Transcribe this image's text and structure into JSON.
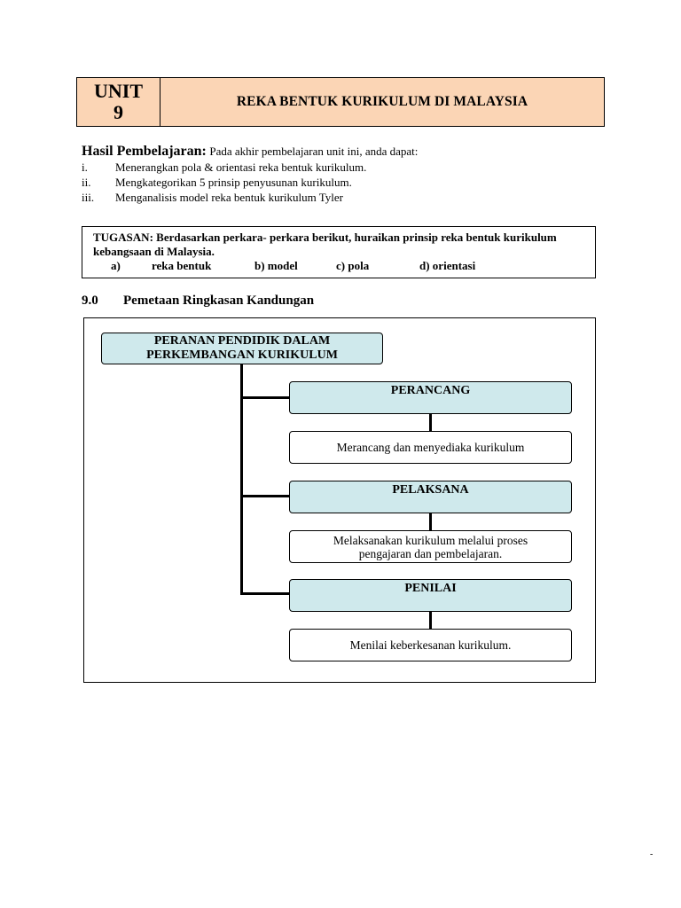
{
  "unit": {
    "label": "UNIT",
    "number": "9",
    "title": "REKA BENTUK KURIKULUM DI MALAYSIA"
  },
  "outcomes": {
    "heading": "Hasil Pembelajaran:",
    "intro": "Pada akhir pembelajaran unit ini, anda dapat:",
    "items": [
      {
        "num": "i.",
        "text": "Menerangkan pola & orientasi reka bentuk kurikulum."
      },
      {
        "num": "ii.",
        "text": "Mengkategorikan 5 prinsip penyusunan kurikulum."
      },
      {
        "num": "iii.",
        "text": "Menganalisis model reka bentuk kurikulum Tyler"
      }
    ]
  },
  "task": {
    "text": "TUGASAN: Berdasarkan perkara- perkara berikut, huraikan prinsip reka bentuk kurikulum kebangsaan di Malaysia.",
    "options": [
      "a)",
      "reka bentuk",
      "b) model",
      "c) pola",
      "d) orientasi"
    ]
  },
  "section": {
    "number": "9.0",
    "title": "Pemetaan Ringkasan Kandungan"
  },
  "diagram": {
    "root_line1": "PERANAN PENDIDIK DALAM",
    "root_line2": "PERKEMBANGAN KURIKULUM",
    "roles": [
      {
        "title": "PERANCANG",
        "desc_line1": "Merancang dan menyediaka kurikulum",
        "desc_line2": ""
      },
      {
        "title": "PELAKSANA",
        "desc_line1": "Melaksanakan kurikulum melalui proses",
        "desc_line2": "pengajaran dan pembelajaran."
      },
      {
        "title": "PENILAI",
        "desc_line1": "Menilai keberkesanan kurikulum.",
        "desc_line2": ""
      }
    ]
  },
  "footer": {
    "mark": "-"
  }
}
